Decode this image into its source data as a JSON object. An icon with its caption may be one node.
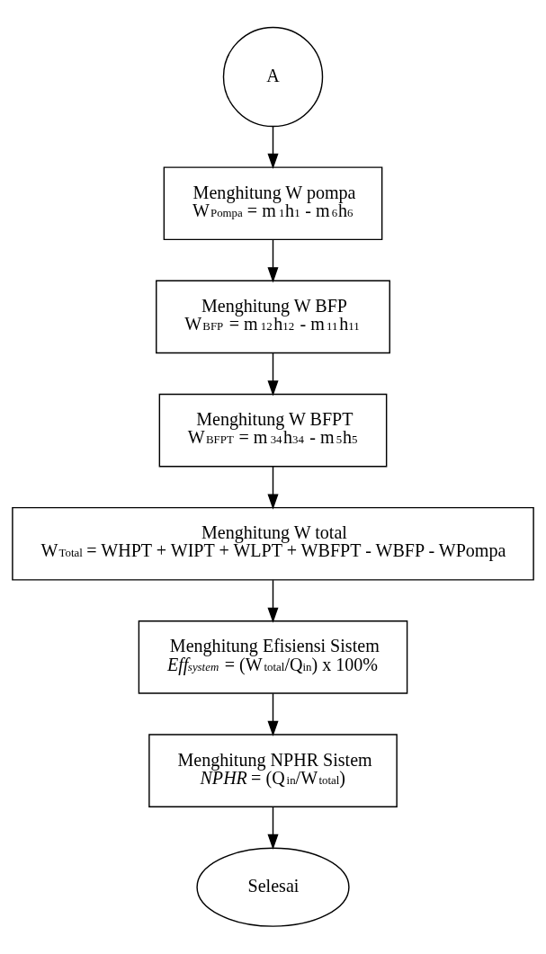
{
  "diagram": {
    "nodes": [
      {
        "text": [
          "A"
        ]
      },
      {
        "text": [
          "Menghitung W pompa",
          "W$_{Pompa}$ = m$_{1}$h$_{1}$ - m$_{6}$h$_{6}$"
        ]
      },
      {
        "text": [
          "Menghitung W BFP",
          "W$_{BFP}$ = m$_{12}$h$_{12}$ - m$_{11}$h$_{11}$"
        ]
      },
      {
        "text": [
          "Menghitung W BFPT",
          "W$_{BFPT}$ = m$_{34}$h$_{34}$ - m$_{5}$h$_{5}$"
        ]
      },
      {
        "text": [
          "Menghitung W total",
          "W$_{Total}$ = WHPT + WIPT + WLPT + WBFPT - WBFP - WPompa"
        ]
      },
      {
        "text": [
          "Menghitung Efisiensi Sistem",
          "*Eff$_{system}$* = (W$_{total}$/Q$_{in}$) x 100%"
        ]
      },
      {
        "text": [
          "Menghitung NPHR Sistem",
          "*NPHR* = (Q$_{in}$/W$_{total}$)"
        ]
      },
      {
        "text": [
          "Selesai"
        ]
      }
    ],
    "edges": [
      {
        "from": 0,
        "to": 1,
        "arrow": "to"
      },
      {
        "from": 1,
        "to": 2,
        "arrow": "to"
      },
      {
        "from": 2,
        "to": 3,
        "arrow": "to"
      },
      {
        "from": 3,
        "to": 4,
        "arrow": "to"
      },
      {
        "from": 4,
        "to": 5,
        "arrow": "to"
      },
      {
        "from": 5,
        "to": 6,
        "arrow": "to"
      },
      {
        "from": 6,
        "to": 7,
        "arrow": "to"
      }
    ]
  }
}
